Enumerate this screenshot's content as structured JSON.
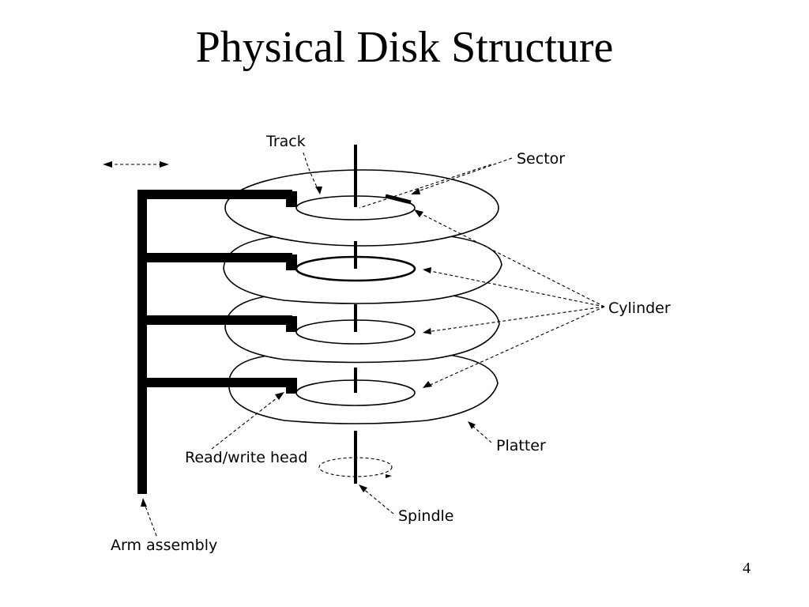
{
  "slide": {
    "title": "Physical Disk Structure",
    "page_number": "4"
  },
  "diagram": {
    "labels": {
      "track": "Track",
      "sector": "Sector",
      "cylinder": "Cylinder",
      "platter": "Platter",
      "read_write_head": "Read/write head",
      "spindle": "Spindle",
      "arm_assembly": "Arm assembly"
    },
    "platter_count": 4
  }
}
